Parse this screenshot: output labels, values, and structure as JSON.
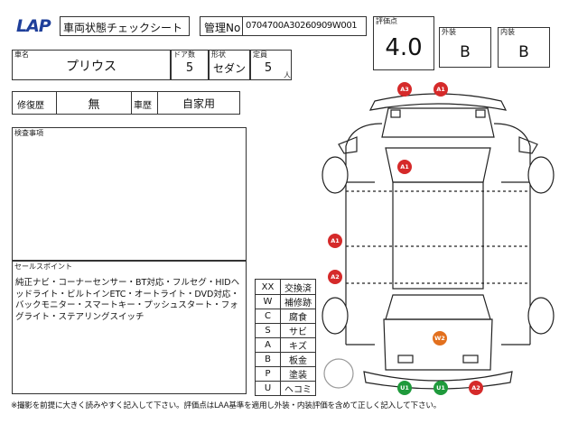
{
  "header": {
    "logo": "LAP",
    "sheet_title": "車両状態チェックシート",
    "control_label": "管理No",
    "control_no": "0704700A30260909W001"
  },
  "vehicle": {
    "name_label": "車名",
    "name": "プリウス",
    "doors_label": "ドア数",
    "doors": "5",
    "shape_label": "形状",
    "shape": "セダン",
    "capacity_label": "定員",
    "capacity": "5",
    "capacity_unit": "人"
  },
  "history": {
    "repair_label": "修復歴",
    "repair": "無",
    "usage_label": "車歴",
    "usage": "自家用"
  },
  "grade": {
    "score_label": "評価点",
    "score": "4.0",
    "exterior_label": "外装",
    "exterior": "B",
    "interior_label": "内装",
    "interior": "B"
  },
  "inspection": {
    "label": "検査事項",
    "text": ""
  },
  "sales_points": {
    "label": "セールスポイント",
    "text": "純正ナビ・コーナーセンサー・BT対応・フルセグ・HIDヘッドライト・ビルトインETC・オートライト・DVD対応・バックモニター・スマートキー・プッシュスタート・フォグライト・ステアリングスイッチ"
  },
  "legend": [
    {
      "code": "XX",
      "desc": "交換済"
    },
    {
      "code": "W",
      "desc": "補修跡"
    },
    {
      "code": "C",
      "desc": "腐食"
    },
    {
      "code": "S",
      "desc": "サビ"
    },
    {
      "code": "A",
      "desc": "キズ"
    },
    {
      "code": "B",
      "desc": "板金"
    },
    {
      "code": "P",
      "desc": "塗装"
    },
    {
      "code": "U",
      "desc": "ヘコミ"
    }
  ],
  "damage_marks": [
    {
      "code": "A3",
      "color": "#d52a2a"
    },
    {
      "code": "A1",
      "color": "#d52a2a"
    },
    {
      "code": "A1",
      "color": "#d52a2a"
    },
    {
      "code": "A1",
      "color": "#d52a2a"
    },
    {
      "code": "A2",
      "color": "#d52a2a"
    },
    {
      "code": "W2",
      "color": "#e2701e"
    },
    {
      "code": "U1",
      "color": "#1f9a3c"
    },
    {
      "code": "U1",
      "color": "#1f9a3c"
    },
    {
      "code": "A2",
      "color": "#d52a2a"
    }
  ],
  "footer": {
    "note": "※撮影を前提に大きく読みやすく記入して下さい。評価点はLAA基準を適用し外装・内装評価を含めて正しく記入して下さい。"
  }
}
